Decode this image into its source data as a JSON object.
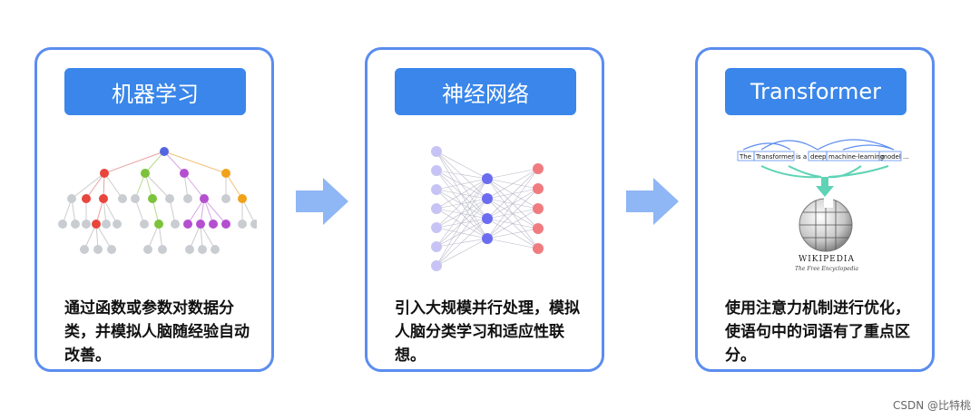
{
  "cards": [
    {
      "title": "机器学习",
      "description": "通过函数或参数对数据分类，并模拟人脑随经验自动改善。"
    },
    {
      "title": "神经网络",
      "description": "引入大规模并行处理，模拟人脑分类学习和适应性联想。"
    },
    {
      "title": "Transformer",
      "description": "使用注意力机制进行优化，使语句中的词语有了重点区分。",
      "sentence_tokens": [
        "The",
        "Transformer",
        "is a",
        "deep",
        "machine-learning",
        "model",
        "..."
      ],
      "logo_name": "WIKIPEDIA",
      "logo_tagline": "The Free Encyclopedia"
    }
  ],
  "watermark": "CSDN @比特桃",
  "colors": {
    "card_border": "#5b8def",
    "pill_fill": "#3a86ea",
    "arrow": "#8fb6f5",
    "node_blue": "#5567e0",
    "node_red": "#e8453c",
    "node_green": "#7cc23b",
    "node_purple": "#b44fd1",
    "node_orange": "#f0a21a",
    "node_gray": "#c9cdd2",
    "nn_input": "#c7c4f5",
    "nn_hidden": "#6b6cf0",
    "nn_output": "#f07c80"
  },
  "icons": [
    "arrow-right-icon",
    "tree-diagram-icon",
    "neural-network-icon",
    "attention-diagram-icon",
    "wikipedia-globe-icon"
  ]
}
